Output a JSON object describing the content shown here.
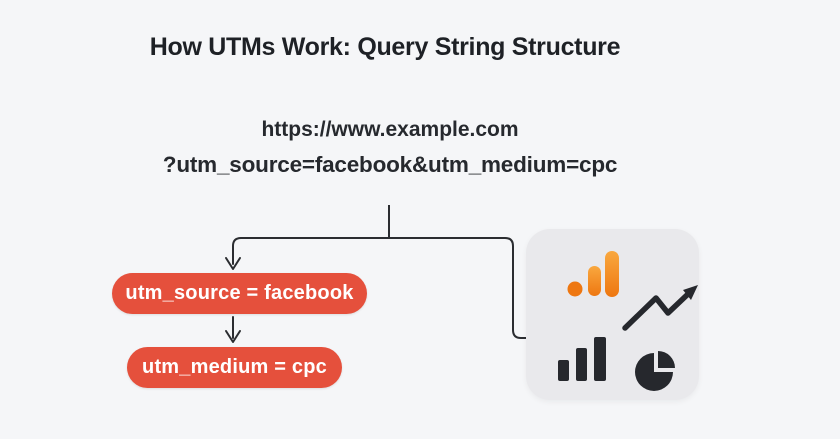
{
  "title": "How UTMs Work: Query String Structure",
  "url": {
    "line1": "https://www.example.com",
    "line2": "?utm_source=facebook&utm_medium=cpc"
  },
  "pills": [
    {
      "label": "utm_source = facebook"
    },
    {
      "label": "utm_medium = cpc"
    }
  ],
  "analytics_card": {
    "icons": [
      "google-analytics-icon",
      "trend-up-icon",
      "bar-chart-icon",
      "pie-chart-icon"
    ]
  },
  "colors": {
    "background": "#f5f6f8",
    "text": "#1e2126",
    "connector": "#2b2d31",
    "pill": "#e5503c",
    "pill_text": "#ffffff",
    "card_background": "#e9e9ec",
    "icon_dark": "#26282d",
    "icon_orange": "#ee7711",
    "icon_orange_light": "#f9a83f"
  }
}
